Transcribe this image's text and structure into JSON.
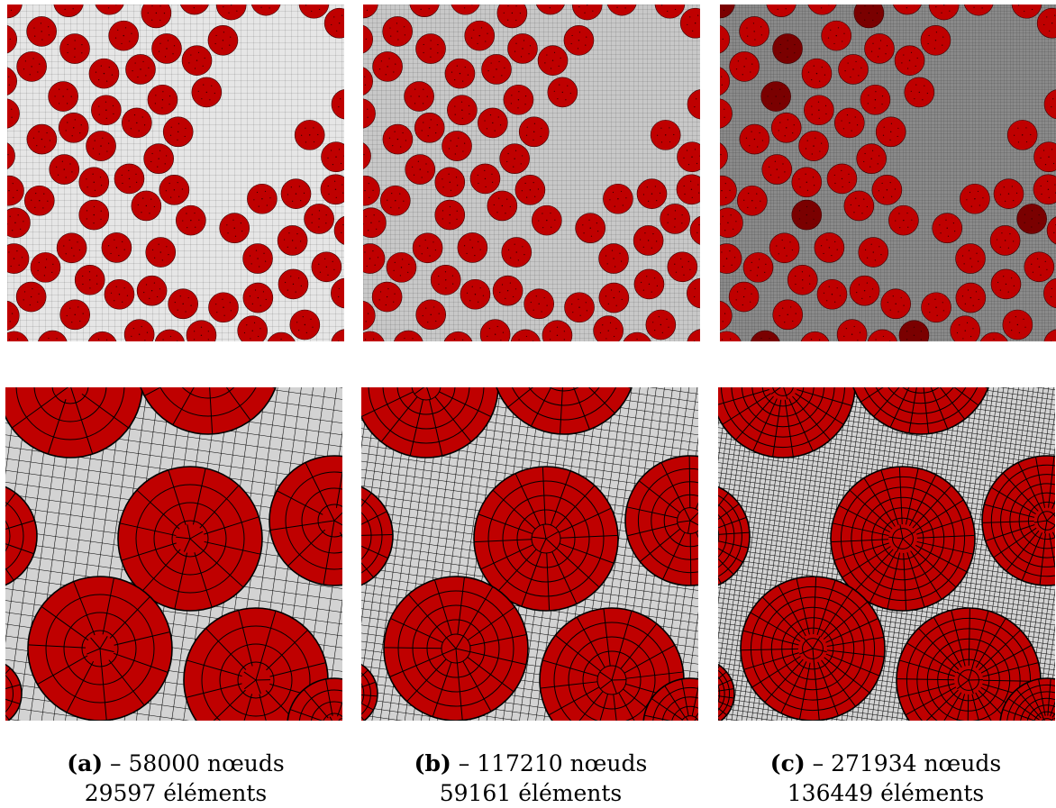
{
  "colors": {
    "fiber_fill": "#bf0000",
    "fiber_fill_dark": "#7a0000",
    "matrix_fill": "#d3d3d3",
    "mesh_line": "#000000"
  },
  "columns": [
    {
      "label": "(a)",
      "nodes_text": " – 58000 nœuds",
      "elements_text": "29597 éléments",
      "nodes": 58000,
      "elements": 29597
    },
    {
      "label": "(b)",
      "nodes_text": " – 117210 nœuds",
      "elements_text": "59161 éléments",
      "nodes": 117210,
      "elements": 59161
    },
    {
      "label": "(c)",
      "nodes_text": " – 271934 nœuds",
      "elements_text": "136449 éléments",
      "nodes": 271934,
      "elements": 136449
    }
  ]
}
